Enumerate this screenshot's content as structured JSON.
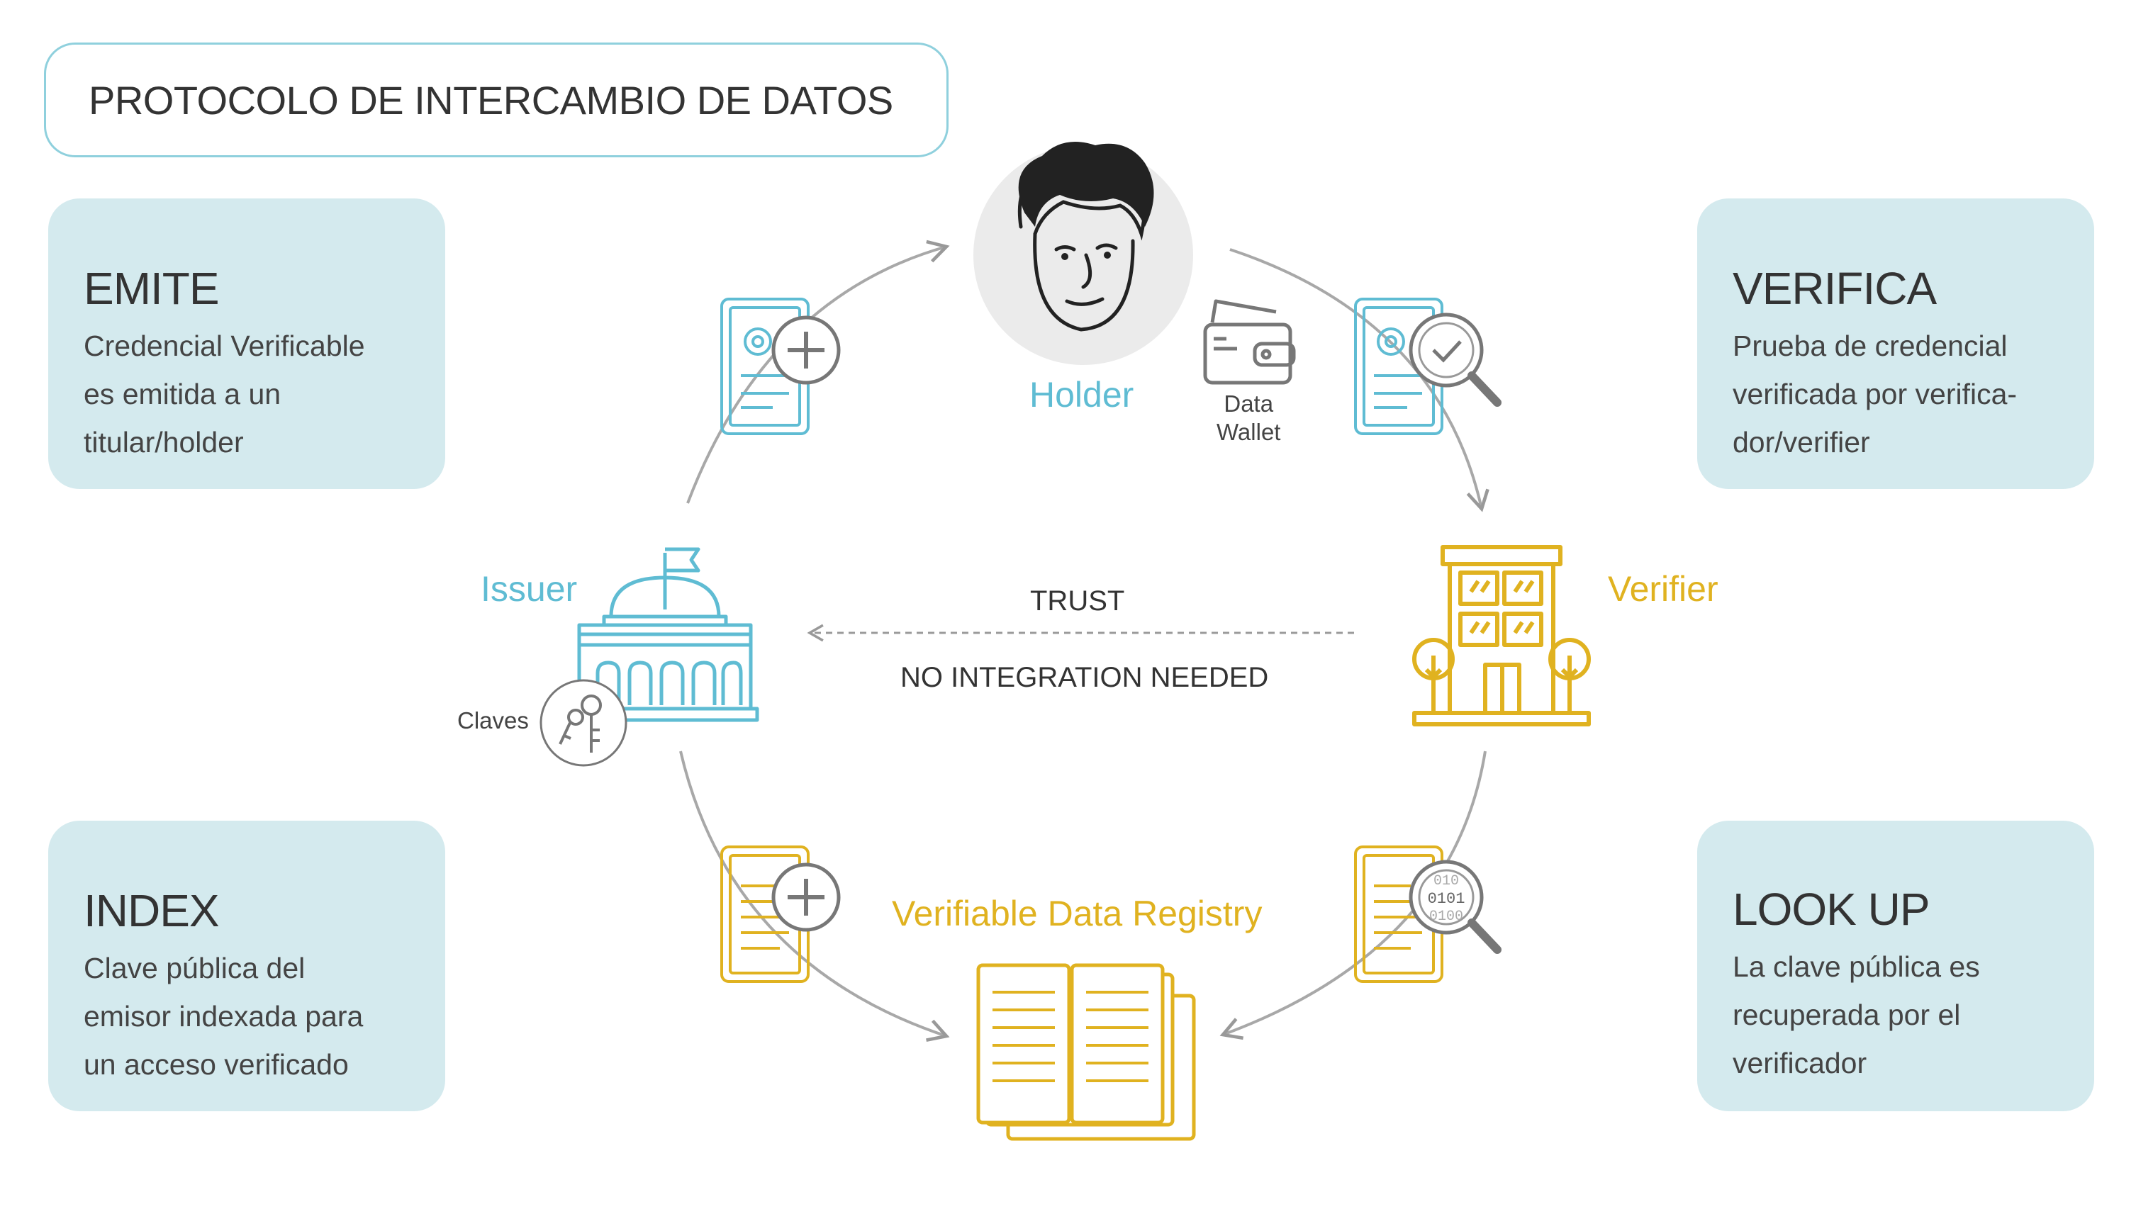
{
  "title": "PROTOCOLO DE INTERCAMBIO DE DATOS",
  "cards": {
    "emite": {
      "heading": "EMITE",
      "lines": [
        "Credencial Verificable",
        "es emitida a un",
        "titular/holder"
      ]
    },
    "verifica": {
      "heading": "VERIFICA",
      "lines": [
        "Prueba de credencial",
        "verificada por verifica-",
        "dor/verifier"
      ]
    },
    "index": {
      "heading": "INDEX",
      "lines": [
        "Clave pública del",
        "emisor indexada para",
        "un acceso verificado"
      ]
    },
    "lookup": {
      "heading": "LOOK UP",
      "lines": [
        "La clave pública es",
        "recuperada por el",
        "verificador"
      ]
    }
  },
  "nodes": {
    "holder": "Holder",
    "issuer": "Issuer",
    "verifier": "Verifier",
    "registry": "Verifiable Data Registry"
  },
  "labels": {
    "wallet_line1": "Data",
    "wallet_line2": "Wallet",
    "claves": "Claves",
    "trust": "TRUST",
    "no_integration": "NO INTEGRATION NEEDED",
    "binary_top": "010",
    "binary_mid": "0101",
    "binary_bot": "0100"
  },
  "colors": {
    "cyan": "#5fbcd3",
    "gold": "#e0b220",
    "card_bg": "#d4eaee",
    "border": "#8fd0dd",
    "gray": "#999999"
  }
}
